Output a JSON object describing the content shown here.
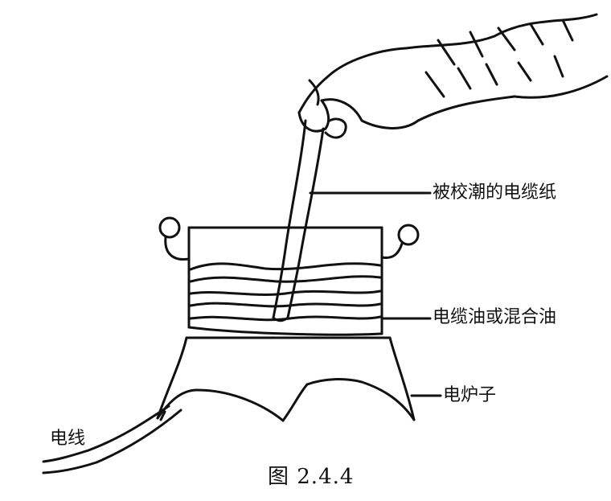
{
  "labels": {
    "paper": "被校潮的电缆纸",
    "oil": "电缆油或混合油",
    "stove": "电炉子",
    "wire": "电线"
  },
  "caption": "图 2.4.4"
}
